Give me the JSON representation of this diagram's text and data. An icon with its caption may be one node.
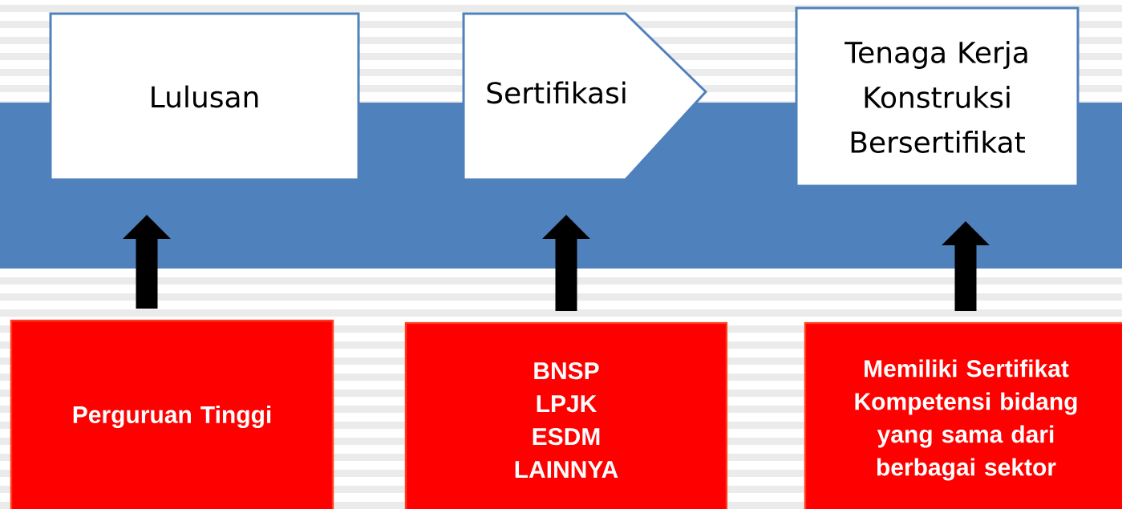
{
  "diagram": {
    "nodes": [
      {
        "text": [
          "Lulusan"
        ]
      },
      {
        "text": [
          "Sertifikasi"
        ]
      },
      {
        "text": [
          "Tenaga Kerja Konstruksi Bersertifikat"
        ]
      },
      {
        "text": [
          "Perguruan Tinggi"
        ]
      },
      {
        "text": [
          "BNSP",
          "LPJK",
          "ESDM",
          "LAINNYA"
        ]
      },
      {
        "text": [
          "Memiliki Sertifikat Kompetensi bidang yang sama dari berbagai sektor"
        ]
      }
    ],
    "edges": [
      {
        "from": 3,
        "to": 0,
        "arrow": "to"
      },
      {
        "from": 4,
        "to": 1,
        "arrow": "to"
      },
      {
        "from": 5,
        "to": 2,
        "arrow": "to"
      }
    ]
  }
}
